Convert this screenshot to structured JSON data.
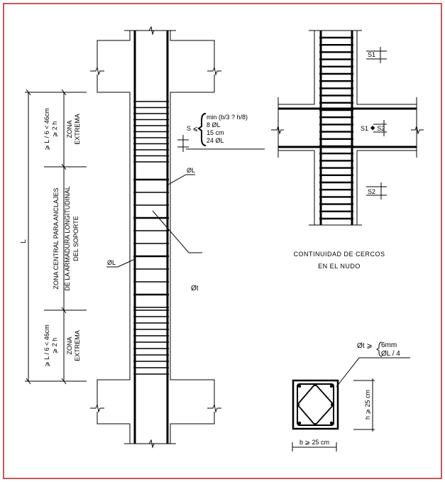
{
  "colors": {
    "frame": "#a00000",
    "ink": "#000000",
    "background": "#ffffff"
  },
  "column_elevation": {
    "dim_total": "L",
    "zone_top": {
      "dim1": "⩾ L / 6  < 46cm",
      "dim2": "⩾ 2 h",
      "label1": "ZONA",
      "label2": "EXTREMA"
    },
    "zone_center": {
      "line1": "ZONA CENTRAL PARA ANCLAJES",
      "line2": "DE LA ARMADURA LONGITUDINAL",
      "line3": "DEL SOPORTE"
    },
    "zone_bottom": {
      "dim1": "⩾ L / 6  < 46cm",
      "dim2": "⩾ 2 h",
      "label1": "ZONA",
      "label2": "EXTREMA"
    },
    "spacing_label": "S ⩽",
    "spacing_rules": [
      "min (b/3 ? h/8)",
      "8 ØL",
      "15 cm",
      "24 ØL"
    ],
    "long_bar_label": "ØL",
    "long_bar_label_left": "ØL",
    "stirrup_label": "Øt"
  },
  "joint_detail": {
    "s1": "S1",
    "s1_s2": "S1 ⯁ S2",
    "s2": "S2",
    "caption1": "CONTINUIDAD DE CERCOS",
    "caption2": "EN EL NUDO"
  },
  "section": {
    "stirrup_rule_label": "Øt ⩾",
    "stirrup_rules": [
      "6mm",
      "ØL / 4"
    ],
    "height_dim": "h ⩾ 25 cm",
    "width_dim": "b ⩾ 25 cm"
  }
}
